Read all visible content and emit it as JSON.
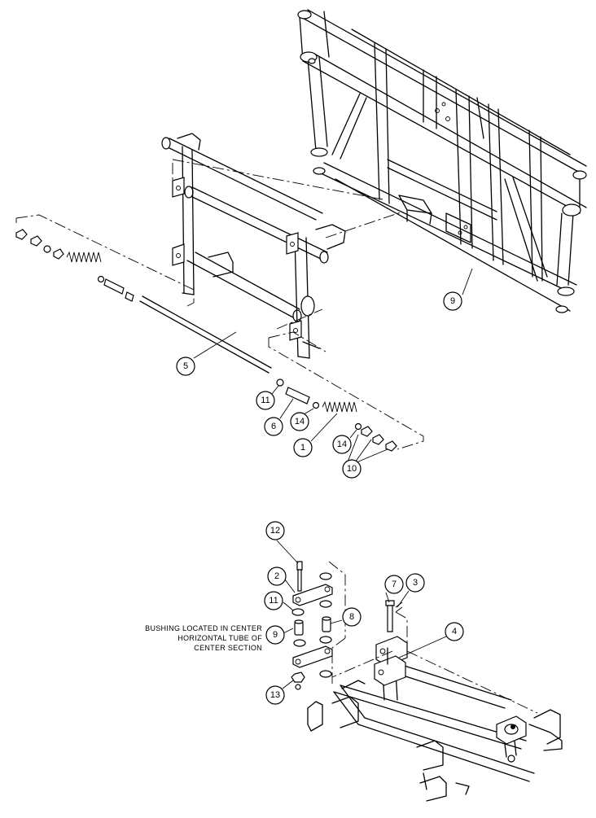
{
  "diagram": {
    "note_lines": [
      "BUSHING LOCATED IN CENTER",
      "HORIZONTAL TUBE OF",
      "CENTER SECTION"
    ],
    "callouts": [
      {
        "id": "c9",
        "label": "9"
      },
      {
        "id": "c5",
        "label": "5"
      },
      {
        "id": "c11a",
        "label": "11"
      },
      {
        "id": "c6",
        "label": "6"
      },
      {
        "id": "c14a",
        "label": "14"
      },
      {
        "id": "c1",
        "label": "1"
      },
      {
        "id": "c14b",
        "label": "14"
      },
      {
        "id": "c10",
        "label": "10"
      },
      {
        "id": "c12",
        "label": "12"
      },
      {
        "id": "c2",
        "label": "2"
      },
      {
        "id": "c11b",
        "label": "11"
      },
      {
        "id": "c9b",
        "label": "9"
      },
      {
        "id": "c13",
        "label": "13"
      },
      {
        "id": "c7",
        "label": "7"
      },
      {
        "id": "c3",
        "label": "3"
      },
      {
        "id": "c8",
        "label": "8"
      },
      {
        "id": "c4",
        "label": "4"
      }
    ]
  }
}
